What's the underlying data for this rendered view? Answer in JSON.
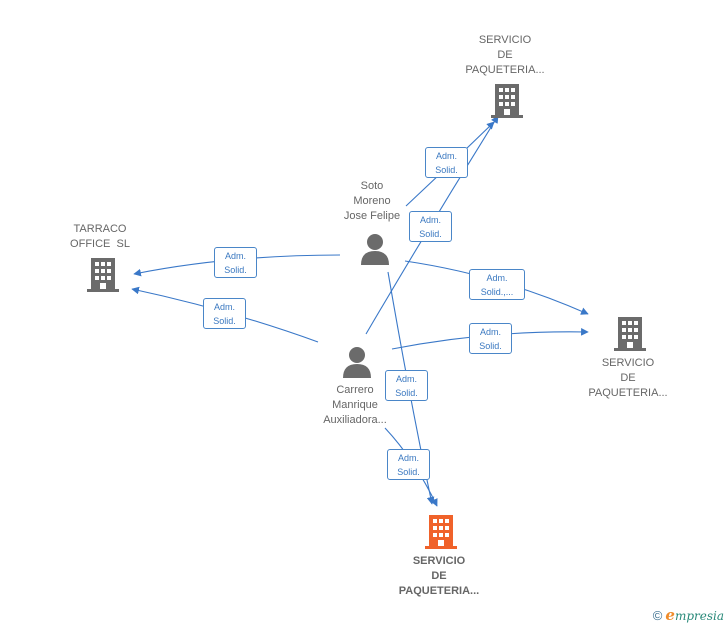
{
  "nodes": {
    "company_top": {
      "lines": [
        "SERVICIO",
        "DE",
        "PAQUETERIA..."
      ],
      "type": "company"
    },
    "company_tarraco": {
      "lines": [
        "TARRACO",
        "OFFICE  SL"
      ],
      "type": "company"
    },
    "company_right": {
      "lines": [
        "SERVICIO",
        "DE",
        "PAQUETERIA..."
      ],
      "type": "company"
    },
    "company_main": {
      "lines": [
        "SERVICIO",
        "DE",
        "PAQUETERIA..."
      ],
      "type": "company-highlight"
    },
    "person_soto": {
      "lines": [
        "Soto",
        "Moreno",
        "Jose Felipe"
      ],
      "type": "person"
    },
    "person_carrero": {
      "lines": [
        "Carrero",
        "Manrique",
        "Auxiliadora..."
      ],
      "type": "person"
    }
  },
  "edges": [
    {
      "id": "e1",
      "lines": [
        "Adm.",
        "Solid."
      ]
    },
    {
      "id": "e2",
      "lines": [
        "Adm.",
        "Solid."
      ]
    },
    {
      "id": "e3",
      "lines": [
        "Adm.",
        "Solid."
      ]
    },
    {
      "id": "e4",
      "lines": [
        "Adm.",
        "Solid."
      ]
    },
    {
      "id": "e5",
      "lines": [
        "Adm.",
        "Solid.,..."
      ]
    },
    {
      "id": "e6",
      "lines": [
        "Adm.",
        "Solid."
      ]
    },
    {
      "id": "e7",
      "lines": [
        "Adm.",
        "Solid."
      ]
    },
    {
      "id": "e8",
      "lines": [
        "Adm.",
        "Solid."
      ]
    }
  ],
  "colors": {
    "edge": "#3a78c8",
    "company_icon": "#6b6b6b",
    "company_highlight": "#f0622a",
    "person_icon": "#6b6b6b"
  },
  "footer": {
    "copyright": "©",
    "brand_initial": "e",
    "brand_rest": "mpresia"
  }
}
